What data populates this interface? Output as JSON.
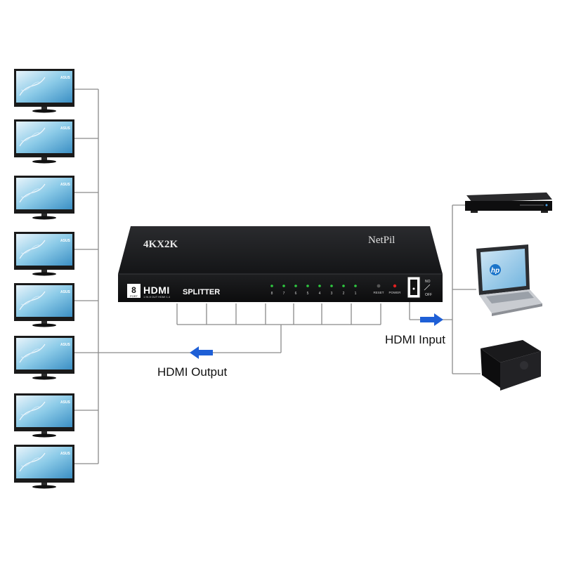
{
  "device": {
    "brand": "NetPil",
    "resolution": "4KX2K",
    "port_count_badge": "8",
    "port_badge_sub": "PORT",
    "hdmi_logo": "HDMI",
    "hdmi_sub": "1 IN 8 OUT HDMI 1.4",
    "product_label": "SPLITTER",
    "port_numbers": [
      "8",
      "7",
      "6",
      "5",
      "4",
      "3",
      "2",
      "1"
    ],
    "reset_label": "RESET",
    "power_label": "POWER",
    "switch_on_label": "NO",
    "switch_off_label": "OFF"
  },
  "labels": {
    "output": "HDMI Output",
    "input": "HDMI Input"
  },
  "monitors": {
    "count": 8,
    "screen_logo": "ASUS"
  },
  "sources": [
    {
      "name": "blu-ray-player-icon"
    },
    {
      "name": "laptop-icon",
      "screen_text": "hp"
    },
    {
      "name": "game-console-icon"
    }
  ],
  "colors": {
    "arrow": "#1e5fd6",
    "device_body": "#1b1c1e",
    "connector_line": "#8a8a8a",
    "led": "#2ecc40",
    "power_led": "#e02020"
  }
}
